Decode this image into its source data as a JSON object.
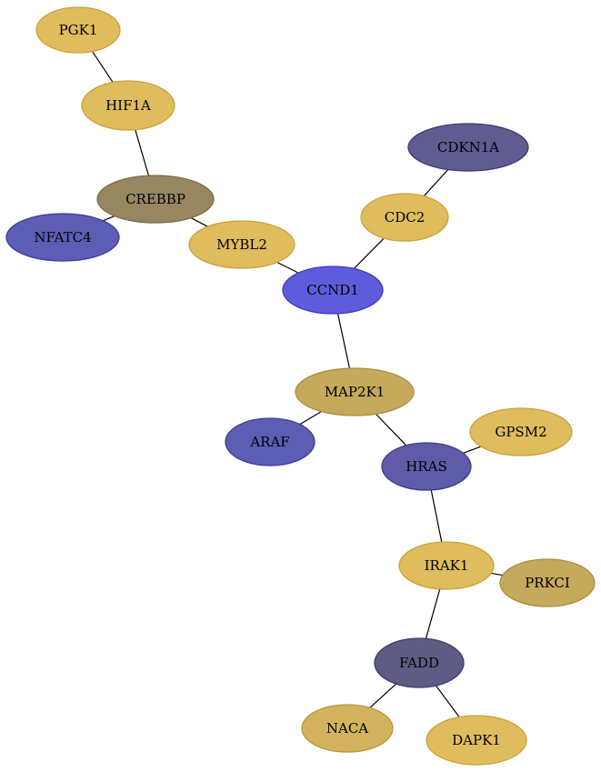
{
  "nodes": [
    {
      "id": "PGK1",
      "label": "PGK1",
      "fill": "#dfbc5d",
      "stroke": "#c9a33b"
    },
    {
      "id": "HIF1A",
      "label": "HIF1A",
      "fill": "#dfbc5d",
      "stroke": "#c9a33b"
    },
    {
      "id": "CREBBP",
      "label": "CREBBP",
      "fill": "#978760",
      "stroke": "#7d6d44"
    },
    {
      "id": "NFATC4",
      "label": "NFATC4",
      "fill": "#5d5db4",
      "stroke": "#3b3b9b"
    },
    {
      "id": "MYBL2",
      "label": "MYBL2",
      "fill": "#dfbc5d",
      "stroke": "#c9a33b"
    },
    {
      "id": "CDKN1A",
      "label": "CDKN1A",
      "fill": "#5e5c91",
      "stroke": "#3d3b75"
    },
    {
      "id": "CDC2",
      "label": "CDC2",
      "fill": "#dfbc5d",
      "stroke": "#c9a33b"
    },
    {
      "id": "CCND1",
      "label": "CCND1",
      "fill": "#5f5cdc",
      "stroke": "#3c3ac2"
    },
    {
      "id": "MAP2K1",
      "label": "MAP2K1",
      "fill": "#c5a95d",
      "stroke": "#ab8d3b"
    },
    {
      "id": "ARAF",
      "label": "ARAF",
      "fill": "#5d5db4",
      "stroke": "#3b3b9b"
    },
    {
      "id": "GPSM2",
      "label": "GPSM2",
      "fill": "#dfbc5d",
      "stroke": "#c9a33b"
    },
    {
      "id": "HRAS",
      "label": "HRAS",
      "fill": "#5e5ca9",
      "stroke": "#3d3b8f"
    },
    {
      "id": "IRAK1",
      "label": "IRAK1",
      "fill": "#dfbc5d",
      "stroke": "#c9a33b"
    },
    {
      "id": "PRKCI",
      "label": "PRKCI",
      "fill": "#c5a95d",
      "stroke": "#ab8d3b"
    },
    {
      "id": "FADD",
      "label": "FADD",
      "fill": "#5e5c84",
      "stroke": "#3d3b68"
    },
    {
      "id": "NACA",
      "label": "NACA",
      "fill": "#d2b25d",
      "stroke": "#b8973b"
    },
    {
      "id": "DAPK1",
      "label": "DAPK1",
      "fill": "#dfbc5d",
      "stroke": "#c9a33b"
    }
  ],
  "edges": [
    [
      "PGK1",
      "HIF1A"
    ],
    [
      "HIF1A",
      "CREBBP"
    ],
    [
      "CREBBP",
      "NFATC4"
    ],
    [
      "CREBBP",
      "MYBL2"
    ],
    [
      "MYBL2",
      "CCND1"
    ],
    [
      "CDKN1A",
      "CDC2"
    ],
    [
      "CDC2",
      "CCND1"
    ],
    [
      "CCND1",
      "MAP2K1"
    ],
    [
      "MAP2K1",
      "ARAF"
    ],
    [
      "MAP2K1",
      "HRAS"
    ],
    [
      "HRAS",
      "GPSM2"
    ],
    [
      "HRAS",
      "IRAK1"
    ],
    [
      "IRAK1",
      "PRKCI"
    ],
    [
      "IRAK1",
      "FADD"
    ],
    [
      "FADD",
      "NACA"
    ],
    [
      "FADD",
      "DAPK1"
    ]
  ]
}
